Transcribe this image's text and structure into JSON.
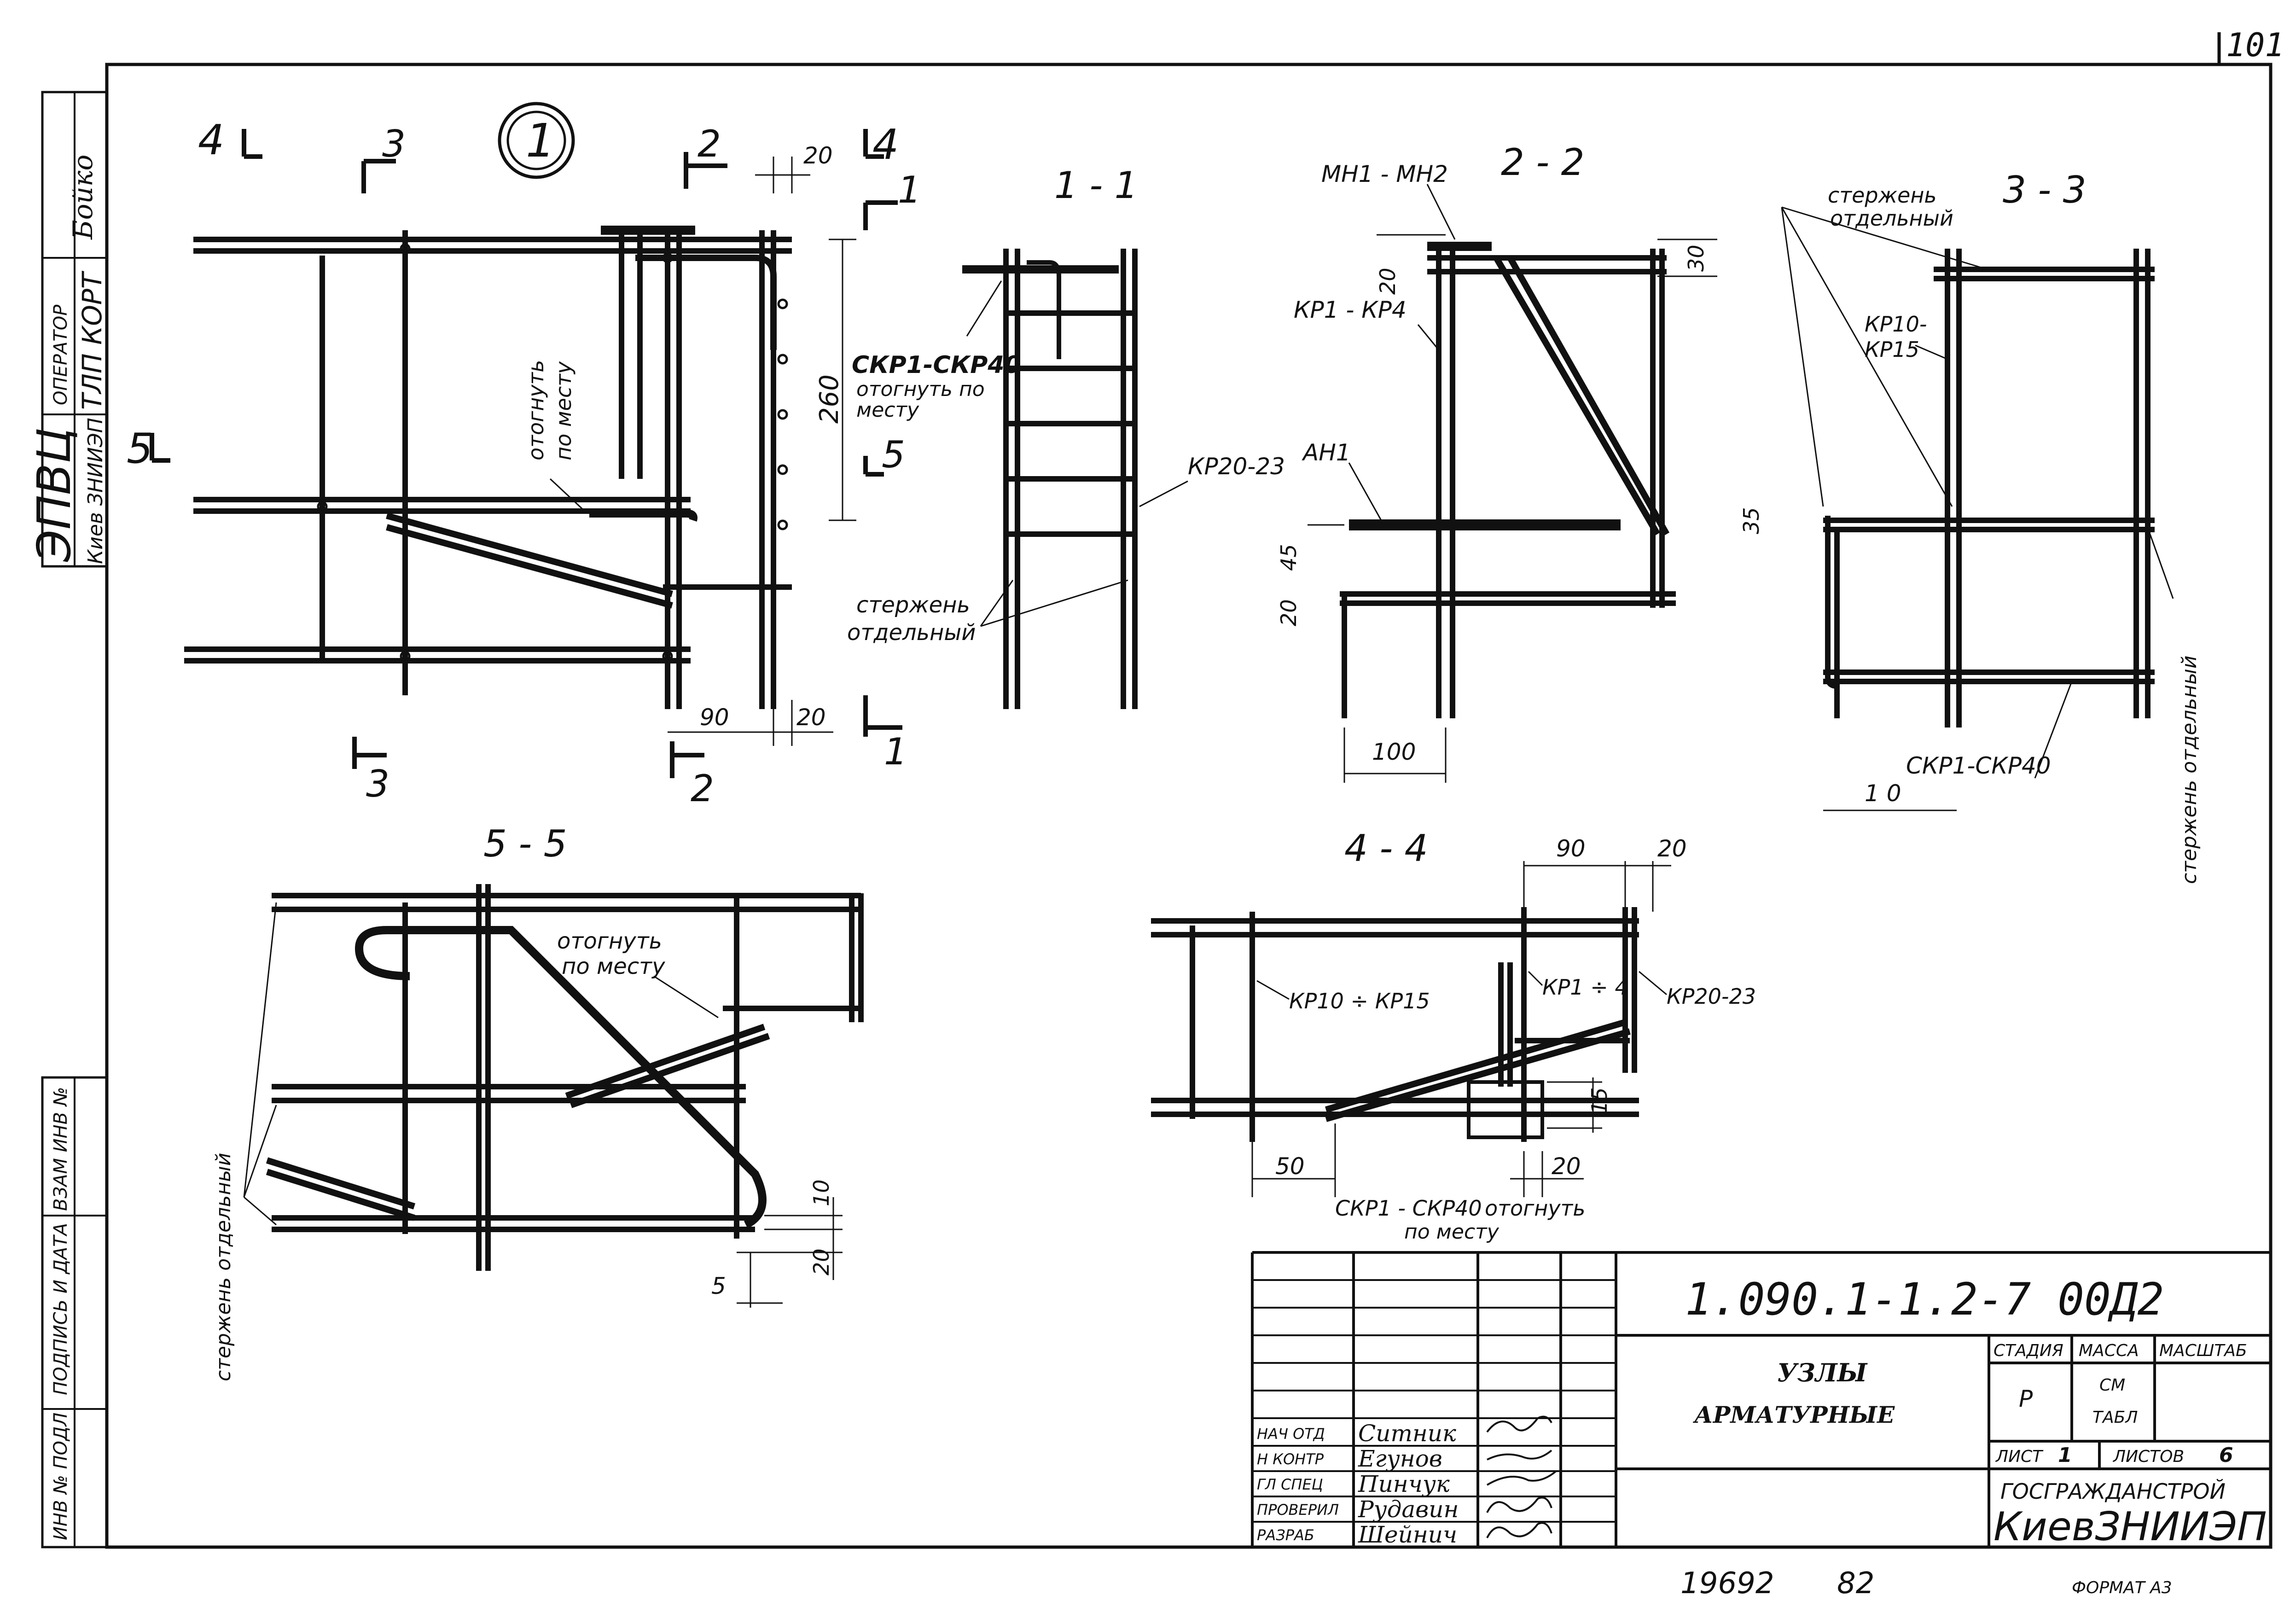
{
  "sheet": {
    "page_number": "101",
    "format": "ФОРМАТ А3",
    "bottom_number": "19692",
    "bottom_year": "82"
  },
  "left_stamp": {
    "org": "ЭПВЦ",
    "city": "Киев ЗНИИЭП",
    "operator_label": "ОПЕРАТОР",
    "operator_value": "ТЛП КОРТ",
    "name": "Бойко"
  },
  "left_strip": {
    "inv": "ИНВ № ПОДЛ",
    "sign": "ПОДПИСЬ И ДАТА",
    "vzam": "ВЗАМ ИНВ №"
  },
  "node_number": "1",
  "views": {
    "plan": {
      "cuts": [
        "4",
        "3",
        "2",
        "4",
        "1",
        "5",
        "3",
        "2",
        "1"
      ],
      "note_1": "отогнуть",
      "note_2": "по месту",
      "dims": {
        "d20_top": "20",
        "d260": "260",
        "d90": "90",
        "d20_bottom": "20",
        "d5": "5"
      }
    },
    "s11": {
      "title": "1 - 1",
      "lbl_skr": "СКР1-СКР40",
      "lbl_skr_2": "отогнуть по",
      "lbl_skr_3": "месту",
      "lbl_kr": "КР20-23",
      "lbl_rod_1": "стержень",
      "lbl_rod_2": "отдельный"
    },
    "s22": {
      "title": "2 - 2",
      "lbl_mn": "МН1 - МН2",
      "lbl_kr": "КР1 - КР4",
      "lbl_an": "АН1",
      "d20": "20",
      "d30": "30",
      "d45": "45",
      "d20b": "20",
      "d100": "100"
    },
    "s33": {
      "title": "3 - 3",
      "lbl_rod_1": "стержень",
      "lbl_rod_2": "отдельный",
      "lbl_kr_1": "КР10-",
      "lbl_kr_2": "КР15",
      "d35": "35",
      "lbl_skr": "СКР1-СКР40",
      "d10": "1 0",
      "lbl_side": "стержень отдельный"
    },
    "s55": {
      "title": "5 - 5",
      "note_1": "отогнуть",
      "note_2": "по месту",
      "lbl_side": "стержень отдельный",
      "d10": "10",
      "d20": "20",
      "d5": "5"
    },
    "s44": {
      "title": "4 - 4",
      "d90": "90",
      "d20": "20",
      "lbl_kr10": "КР10 ÷ КР15",
      "lbl_kr1": "КР1 ÷ 4",
      "lbl_kr20": "КР20-23",
      "d15": "15",
      "d50": "50",
      "d20b": "20",
      "lbl_skr": "СКР1 - СКР40",
      "lbl_note_1": "отогнуть",
      "lbl_note_2": "по месту"
    }
  },
  "title_block": {
    "code": "1.090.1-1.2-7  00Д2",
    "title_1": "УЗЛЫ",
    "title_2": "АРМАТУРНЫЕ",
    "stage_label": "СТАДИЯ",
    "stage_value": "Р",
    "mass_label": "МАССА",
    "mass_value_1": "СМ",
    "mass_value_2": "ТАБЛ",
    "scale_label": "МАСШТАБ",
    "sheet_label": "ЛИСТ",
    "sheet_value": "1",
    "sheets_label": "ЛИСТОВ",
    "sheets_value": "6",
    "org_1": "ГОСГРАЖДАНСТРОЙ",
    "org_2": "КиевЗНИИЭП",
    "people": [
      {
        "role": "НАЧ ОТД",
        "name": "Ситник"
      },
      {
        "role": "Н КОНТР",
        "name": "Егунов"
      },
      {
        "role": "ГЛ СПЕЦ",
        "name": "Пинчук"
      },
      {
        "role": "ПРОВЕРИЛ",
        "name": "Рудавин"
      },
      {
        "role": "РАЗРАБ",
        "name": "Шейнич"
      }
    ]
  }
}
